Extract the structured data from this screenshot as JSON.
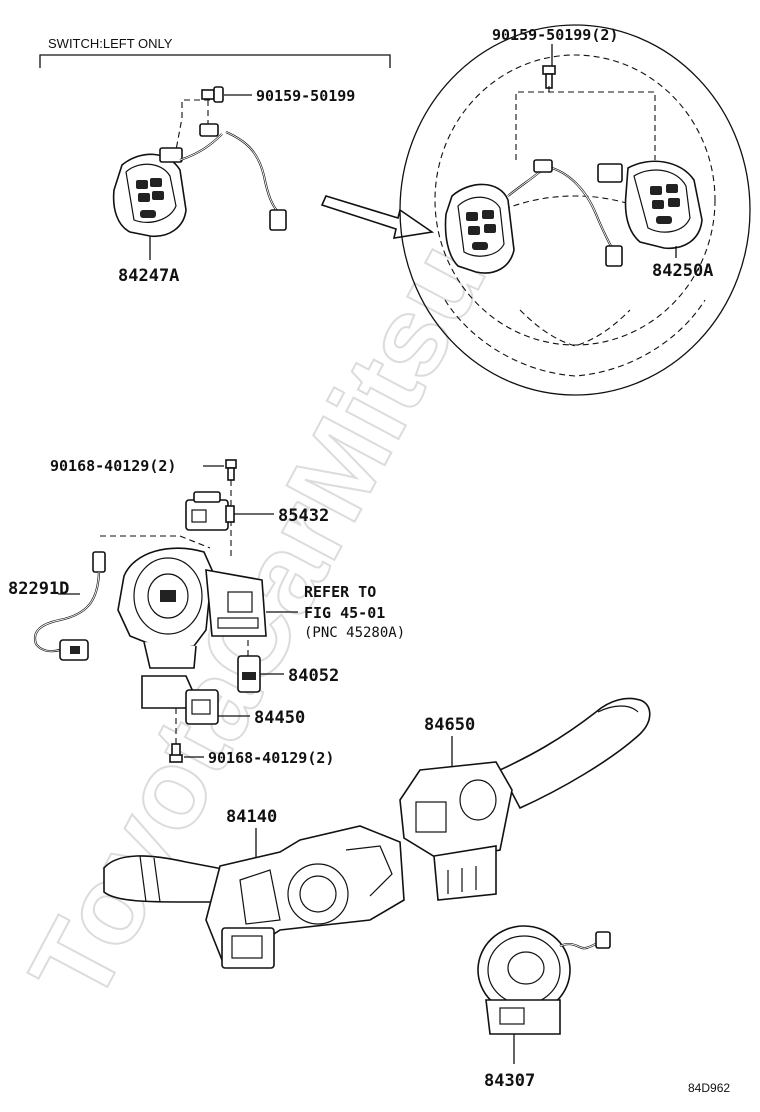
{
  "watermark": "ToyotaCarMitsu",
  "diagram_code": "84D962",
  "note_switch": "SWITCH:LEFT ONLY",
  "parts": {
    "p84247A": "84247A",
    "p84250A": "84250A",
    "p85432": "85432",
    "p82291D": "82291D",
    "p84052": "84052",
    "p84450": "84450",
    "p84650": "84650",
    "p84140": "84140",
    "p84307": "84307"
  },
  "bolts": {
    "b1": "90159-50199",
    "b2": "90159-50199(2)",
    "b3": "90168-40129(2)",
    "b4": "90168-40129(2)"
  },
  "reference": {
    "line1": "REFER TO",
    "line2": "FIG 45-01",
    "line3": "(PNC 45280A)"
  }
}
